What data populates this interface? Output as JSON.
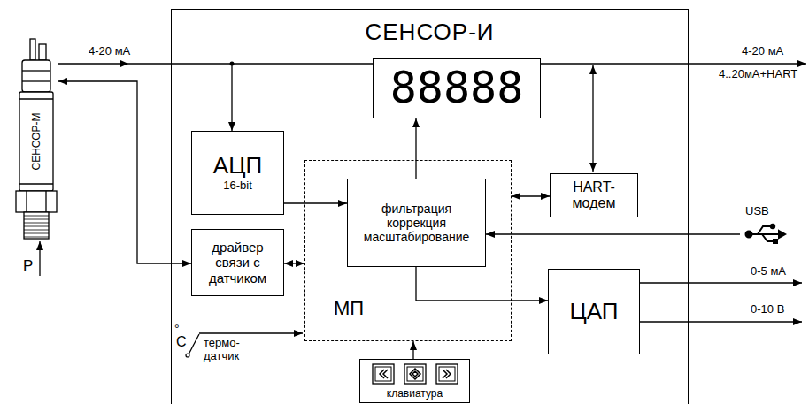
{
  "diagram": {
    "nodes": [
      {
        "text": [
          "СЕНСОР-М"
        ]
      },
      {
        "text": [
          "СЕНСОР-И"
        ]
      },
      {
        "text": [
          "88888"
        ],
        "in": 1
      },
      {
        "text": [
          "АЦП",
          "16-bit"
        ],
        "in": 1
      },
      {
        "text": [
          "драйвер связи с датчиком"
        ],
        "in": 1
      },
      {
        "text": [
          "МП"
        ],
        "in": 1
      },
      {
        "text": [
          "фильтрация коррекция масштабирование"
        ],
        "in": 5
      },
      {
        "text": [
          "HART- модем"
        ],
        "in": 1
      },
      {
        "text": [
          "ЦАП"
        ],
        "in": 1
      },
      {
        "text": [
          "клавиатура"
        ],
        "in": 1
      }
    ],
    "edges": [
      {
        "from": 0,
        "to": 3,
        "arrow": "to"
      },
      {
        "from": 0,
        "to": 4,
        "arrow": "both"
      },
      {
        "from": 4,
        "to": 5,
        "arrow": "both"
      },
      {
        "from": 3,
        "to": 6,
        "arrow": "to"
      },
      {
        "from": 6,
        "to": 2,
        "arrow": "to"
      },
      {
        "from": 5,
        "to": 7,
        "arrow": "both"
      },
      {
        "from": 6,
        "to": 8,
        "arrow": "to"
      },
      {
        "from": 9,
        "to": 5,
        "arrow": "to"
      }
    ],
    "labels": [
      "4-20 мА",
      "4-20 мА",
      "4..20мА+HART",
      "USB",
      "0-5 мА",
      "0-10 В",
      "P",
      "°",
      "С",
      "термо- датчик"
    ]
  }
}
